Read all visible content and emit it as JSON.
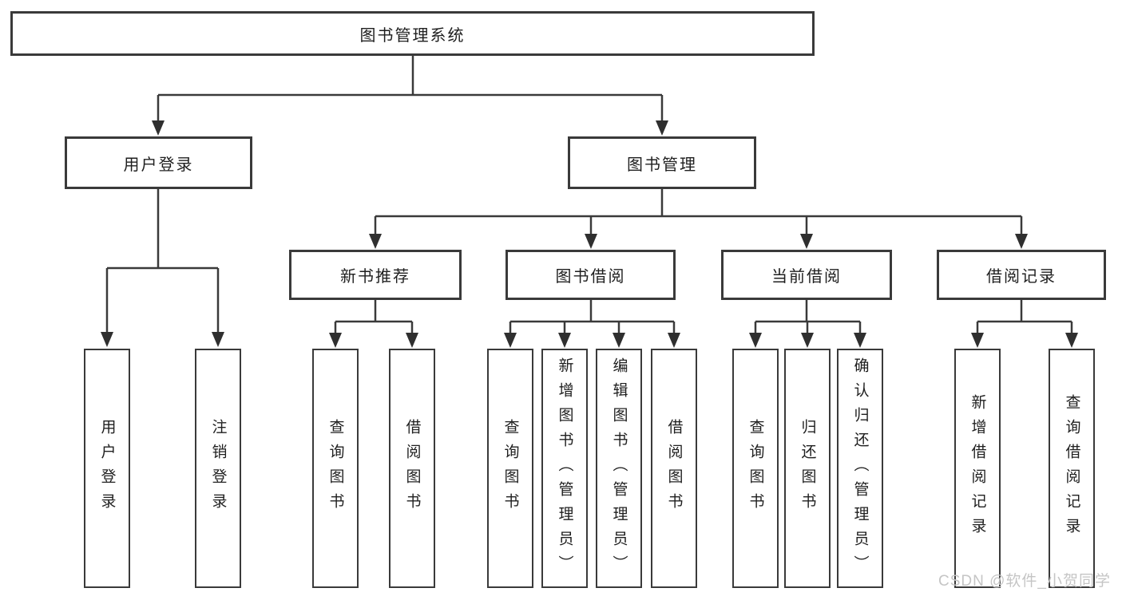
{
  "diagram": {
    "title": "图书管理系统",
    "root": {
      "label": "图书管理系统"
    },
    "branches": [
      {
        "label": "用户登录",
        "children": [
          {
            "label": "用户登录"
          },
          {
            "label": "注销登录"
          }
        ]
      },
      {
        "label": "图书管理",
        "groups": [
          {
            "label": "新书推荐",
            "children": [
              {
                "label": "查询图书"
              },
              {
                "label": "借阅图书"
              }
            ]
          },
          {
            "label": "图书借阅",
            "children": [
              {
                "label": "查询图书"
              },
              {
                "label": "新增图书（管理员）"
              },
              {
                "label": "编辑图书（管理员）"
              },
              {
                "label": "借阅图书"
              }
            ]
          },
          {
            "label": "当前借阅",
            "children": [
              {
                "label": "查询图书"
              },
              {
                "label": "归还图书"
              },
              {
                "label": "确认归还（管理员）"
              }
            ]
          },
          {
            "label": "借阅记录",
            "children": [
              {
                "label": "新增借阅记录"
              },
              {
                "label": "查询借阅记录"
              }
            ]
          }
        ]
      }
    ]
  },
  "watermark": {
    "text": "CSDN @软件_小贺同学"
  },
  "colors": {
    "line": "#3a3a3a",
    "text": "#1f1f1f",
    "background": "#ffffff",
    "watermark": "#c5c5c5"
  }
}
